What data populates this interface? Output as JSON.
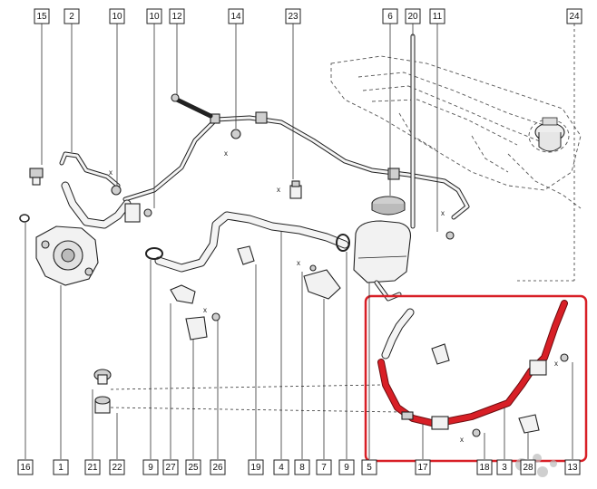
{
  "diagram": {
    "callouts_top": [
      "15",
      "2",
      "10",
      "10",
      "12",
      "14",
      "23",
      "6",
      "20",
      "11",
      "24"
    ],
    "callouts_bottom": [
      "16",
      "1",
      "21",
      "22",
      "9",
      "27",
      "25",
      "26",
      "19",
      "4",
      "8",
      "7",
      "9",
      "5",
      "17",
      "18",
      "3",
      "28",
      "13"
    ],
    "highlight_color": "#d81f26",
    "line_color": "#222222",
    "watermark_icon": "avito-logo-icon",
    "x_marker": "x"
  }
}
